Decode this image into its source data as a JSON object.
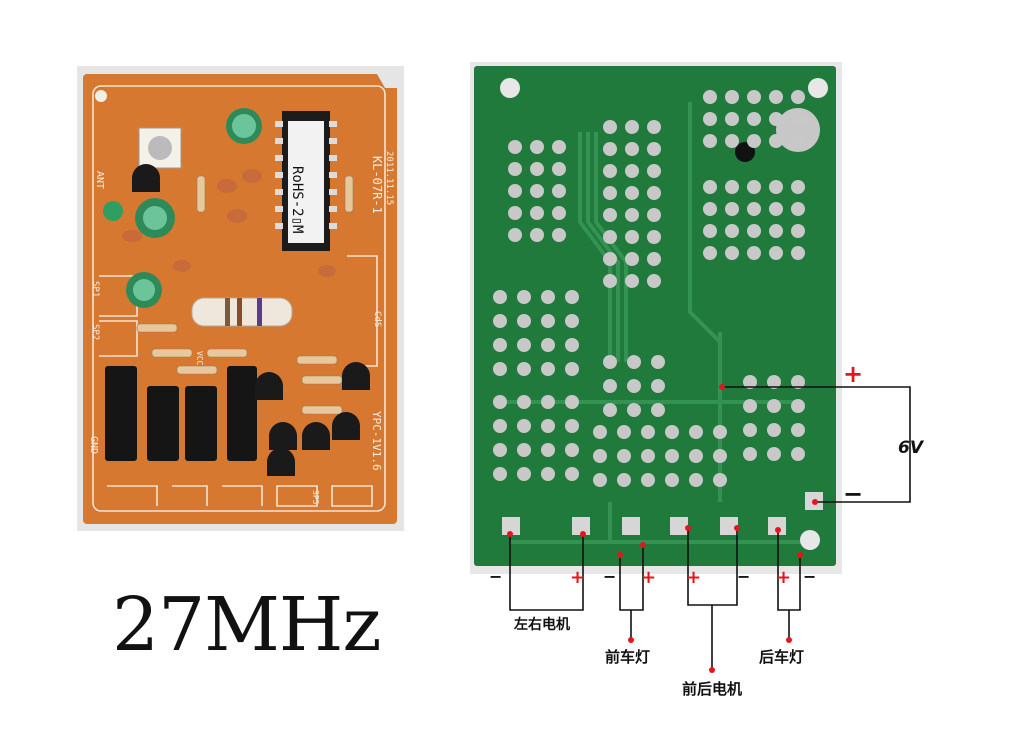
{
  "frequency_label": "27MHz",
  "board_front": {
    "chip_marking": "RoHS-2▯M",
    "board_model": "KL-07R-1",
    "board_date": "2011.11.15",
    "silkscreen_left": "YPC-1V1.6",
    "silkscreen_top_left": "ANT",
    "silkscreen_gnd": "GND",
    "silkscreen_vcc": "VCC",
    "silkscreen_sp1": "SP1",
    "silkscreen_sp2": "SP2",
    "silkscreen_sp5": "SP5",
    "silkscreen_cds": "CdS"
  },
  "wiring": {
    "power_positive": "+",
    "power_negative": "−",
    "power_voltage": "6V",
    "lr_motor_label": "左右电机",
    "front_light_label": "前车灯",
    "fb_motor_label": "前后电机",
    "rear_light_label": "后车灯",
    "terminal_signs": [
      "−",
      "+",
      "−",
      "+",
      "+",
      "−",
      "+",
      "−"
    ]
  },
  "colors": {
    "pcb_front": "#d6782f",
    "pcb_back": "#1f7a3c",
    "wire": "#111111",
    "plus_sign": "#e8141b",
    "pad": "#c8c8c8"
  }
}
